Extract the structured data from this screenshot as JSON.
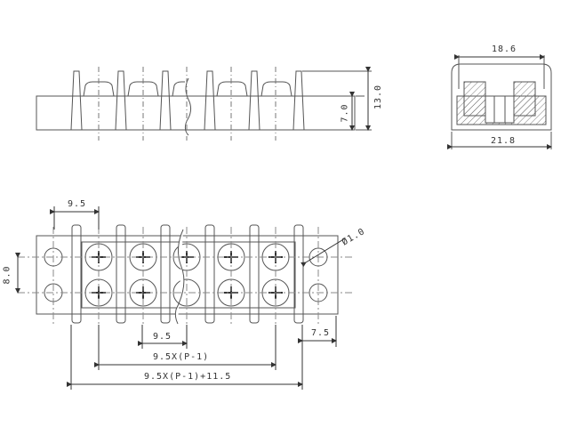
{
  "diagram": {
    "type": "technical-drawing",
    "subject": "barrier terminal block dimensions",
    "views": {
      "side_view": {
        "dimensions": {
          "total_height": "13.0",
          "base_height": "7.0"
        }
      },
      "end_view": {
        "dimensions": {
          "inner_width": "18.6",
          "outer_width": "21.8"
        }
      },
      "top_view": {
        "dimensions": {
          "pitch_top": "9.5",
          "row_spacing": "8.0",
          "hole_diameter": "Ø1.0",
          "pitch_bottom": "9.5",
          "end_offset": "7.5",
          "span_formula": "9.5X(P-1)",
          "total_length_formula": "9.5X(P-1)+11.5"
        }
      }
    },
    "colors": {
      "line": "#555555",
      "background": "#ffffff",
      "text": "#333333"
    }
  }
}
